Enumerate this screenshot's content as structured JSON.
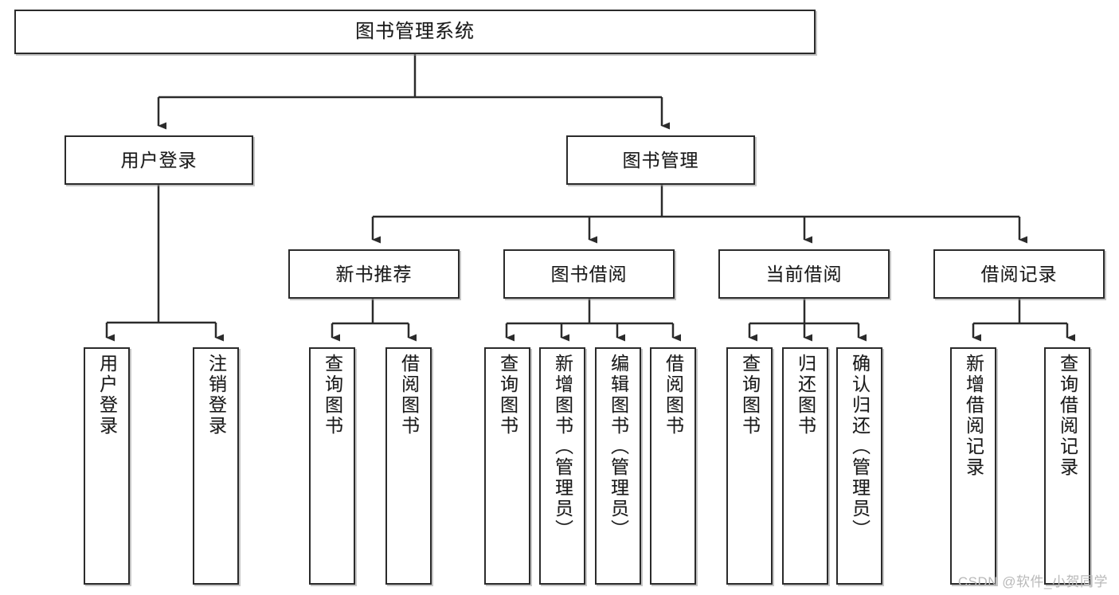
{
  "diagram": {
    "title": "图书管理系统",
    "type": "hierarchy-tree",
    "watermark": "CSDN @软件_小贺同学",
    "levels": {
      "root": {
        "label": "图书管理系统"
      },
      "level2": [
        {
          "label": "用户登录"
        },
        {
          "label": "图书管理"
        }
      ],
      "level3": [
        {
          "label": "新书推荐"
        },
        {
          "label": "图书借阅"
        },
        {
          "label": "当前借阅"
        },
        {
          "label": "借阅记录"
        }
      ],
      "leaves": {
        "user_login": [
          {
            "label": "用户登录"
          },
          {
            "label": "注销登录"
          }
        ],
        "new_book_recommend": [
          {
            "label": "查询图书"
          },
          {
            "label": "借阅图书"
          }
        ],
        "book_borrow": [
          {
            "label": "查询图书"
          },
          {
            "label": "新增图书（管理员）"
          },
          {
            "label": "编辑图书（管理员）"
          },
          {
            "label": "借阅图书"
          }
        ],
        "current_borrow": [
          {
            "label": "查询图书"
          },
          {
            "label": "归还图书"
          },
          {
            "label": "确认归还（管理员）"
          }
        ],
        "borrow_record": [
          {
            "label": "新增借阅记录"
          },
          {
            "label": "查询借阅记录"
          }
        ]
      }
    },
    "colors": {
      "stroke": "#2b2b2b",
      "fill": "#ffffff",
      "text": "#1a1a1a",
      "watermark": "#b9b9b9"
    }
  }
}
